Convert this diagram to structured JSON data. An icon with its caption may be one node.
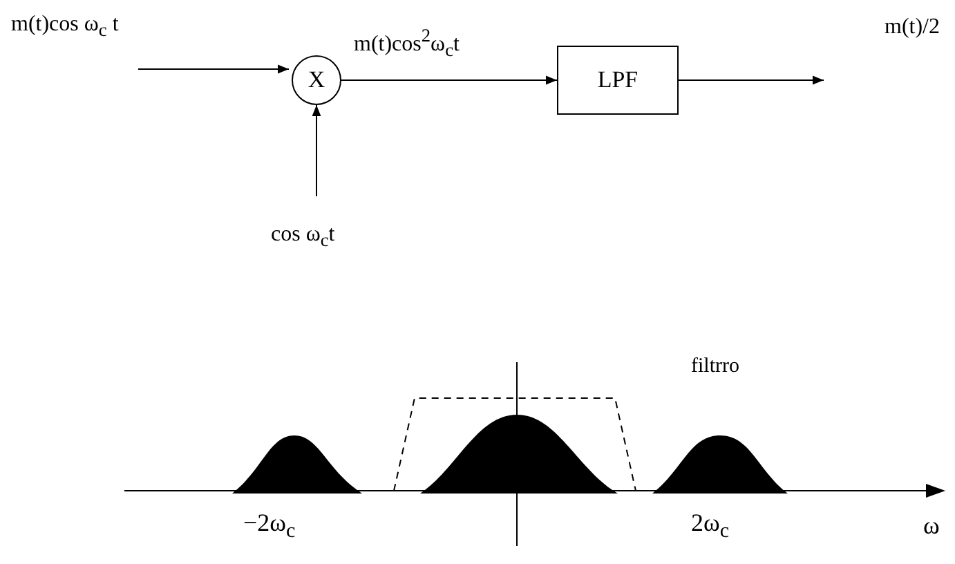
{
  "diagram": {
    "nodes": [
      {
        "text": [
          "X"
        ]
      },
      {
        "text": [
          "LPF"
        ]
      }
    ],
    "edges": [
      {
        "from": null,
        "to": 0,
        "arrow": "to",
        "label": "m(t)cos ω$_{c}$ t"
      },
      {
        "from": null,
        "to": 0,
        "arrow": "to",
        "label": "cos ω$_{c}$t"
      },
      {
        "from": 0,
        "to": 1,
        "arrow": "to",
        "label": "m(t)cos$^{2}$ω$_{c}$t"
      },
      {
        "from": 1,
        "to": null,
        "arrow": "to",
        "label": "m(t)/2"
      }
    ],
    "labels": [
      "filtrro",
      "−2ω$_{c}$",
      "2ω$_{c}$",
      "ω"
    ]
  }
}
